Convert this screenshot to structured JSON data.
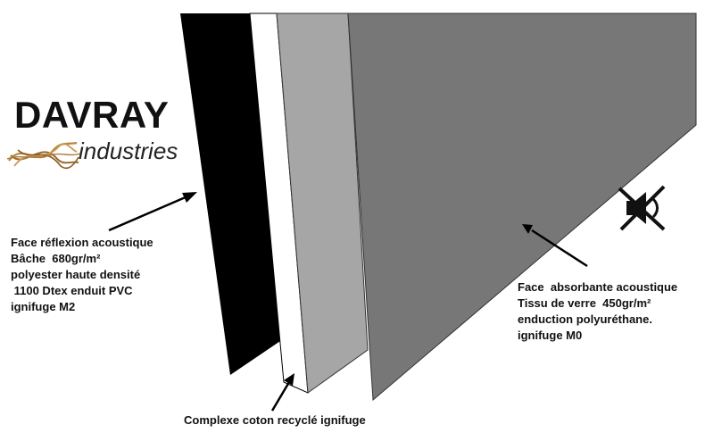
{
  "brand": {
    "name": "DAVRAY",
    "tagline": "industries"
  },
  "labels": {
    "reflection": [
      "Face réflexion acoustique",
      "Bâche  680gr/m²",
      "polyester haute densité",
      " 1100 Dtex enduit PVC",
      "ignifuge M2"
    ],
    "absorbing": [
      "Face  absorbante acoustique",
      "Tissu de verre  450gr/m²",
      "enduction polyuréthane.",
      "ignifuge M0"
    ],
    "core": "Complexe coton recyclé ignifuge"
  },
  "icons": {
    "mute": "speaker-muted-icon",
    "logo": "wave-logo-icon"
  },
  "colors": {
    "reflection_layer": "#000000",
    "core_layer_front": "#ffffff",
    "core_layer_side": "#a6a6a6",
    "absorbing_layer": "#777777",
    "logo_gold": "#b8843e"
  }
}
